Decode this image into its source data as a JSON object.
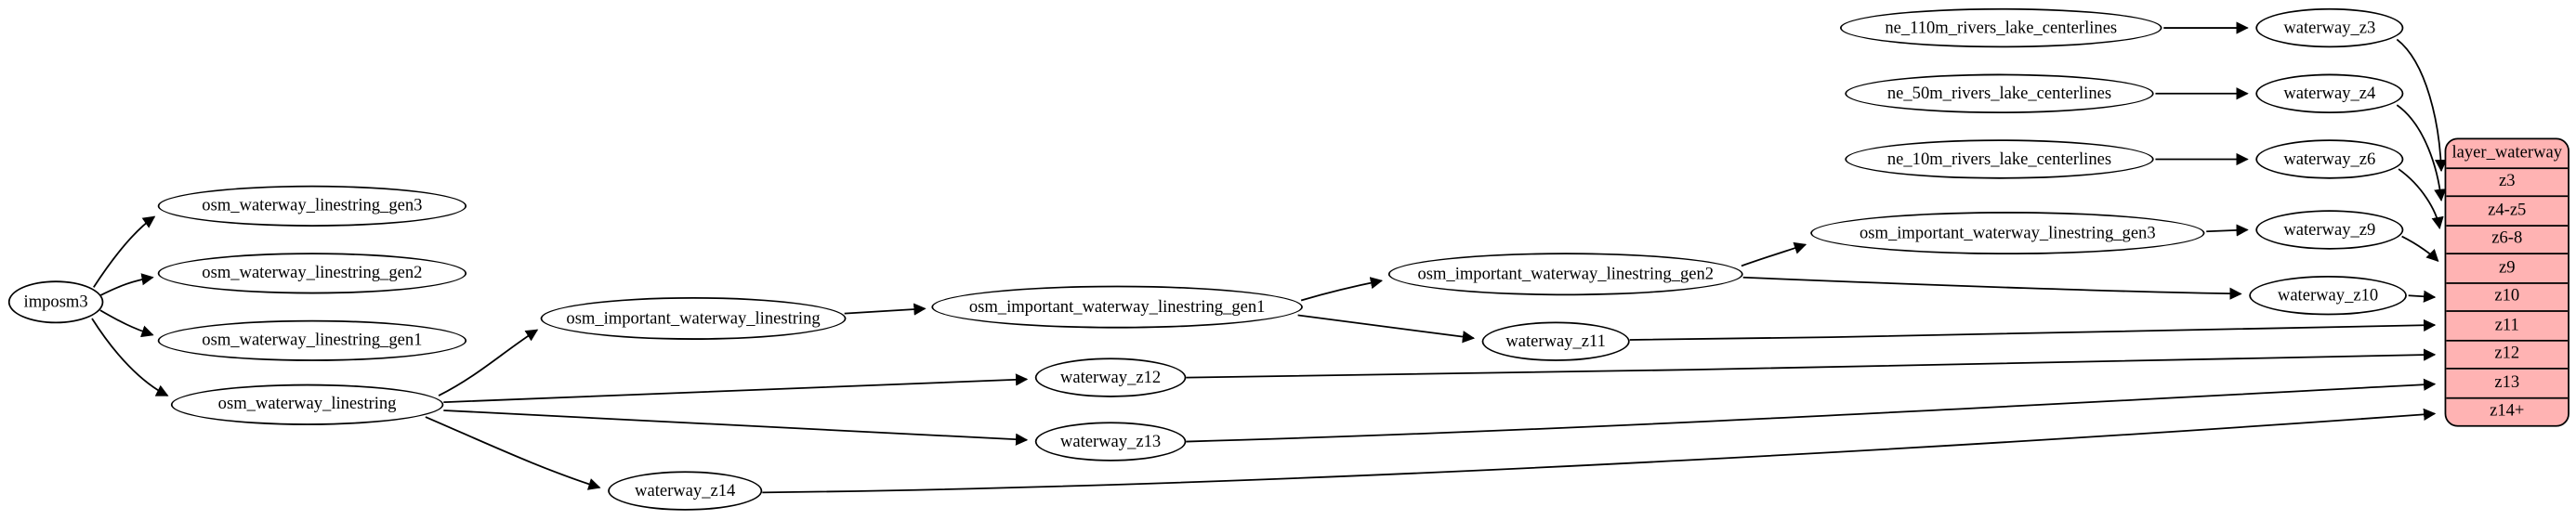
{
  "diagram": {
    "type": "graphviz-flow",
    "nodes": {
      "imposm3": "imposm3",
      "osm_waterway_linestring_gen3": "osm_waterway_linestring_gen3",
      "osm_waterway_linestring_gen2": "osm_waterway_linestring_gen2",
      "osm_waterway_linestring_gen1": "osm_waterway_linestring_gen1",
      "osm_waterway_linestring": "osm_waterway_linestring",
      "osm_important_waterway_linestring": "osm_important_waterway_linestring",
      "osm_important_waterway_linestring_gen1": "osm_important_waterway_linestring_gen1",
      "osm_important_waterway_linestring_gen2": "osm_important_waterway_linestring_gen2",
      "osm_important_waterway_linestring_gen3": "osm_important_waterway_linestring_gen3",
      "ne_110m_rivers_lake_centerlines": "ne_110m_rivers_lake_centerlines",
      "ne_50m_rivers_lake_centerlines": "ne_50m_rivers_lake_centerlines",
      "ne_10m_rivers_lake_centerlines": "ne_10m_rivers_lake_centerlines",
      "waterway_z3": "waterway_z3",
      "waterway_z4": "waterway_z4",
      "waterway_z6": "waterway_z6",
      "waterway_z9": "waterway_z9",
      "waterway_z10": "waterway_z10",
      "waterway_z11": "waterway_z11",
      "waterway_z12": "waterway_z12",
      "waterway_z13": "waterway_z13",
      "waterway_z14": "waterway_z14"
    },
    "table": {
      "header": "layer_waterway",
      "rows": [
        "z3",
        "z4-z5",
        "z6-8",
        "z9",
        "z10",
        "z11",
        "z12",
        "z13",
        "z14+"
      ],
      "fill_color": "#ffb3b3",
      "border_color": "#000000"
    },
    "edges": [
      {
        "from": "imposm3",
        "to": "osm_waterway_linestring_gen3"
      },
      {
        "from": "imposm3",
        "to": "osm_waterway_linestring_gen2"
      },
      {
        "from": "imposm3",
        "to": "osm_waterway_linestring_gen1"
      },
      {
        "from": "imposm3",
        "to": "osm_waterway_linestring"
      },
      {
        "from": "osm_waterway_linestring",
        "to": "osm_important_waterway_linestring"
      },
      {
        "from": "osm_important_waterway_linestring",
        "to": "osm_important_waterway_linestring_gen1"
      },
      {
        "from": "osm_important_waterway_linestring_gen1",
        "to": "osm_important_waterway_linestring_gen2"
      },
      {
        "from": "osm_important_waterway_linestring_gen2",
        "to": "osm_important_waterway_linestring_gen3"
      },
      {
        "from": "ne_110m_rivers_lake_centerlines",
        "to": "waterway_z3"
      },
      {
        "from": "ne_50m_rivers_lake_centerlines",
        "to": "waterway_z4"
      },
      {
        "from": "ne_10m_rivers_lake_centerlines",
        "to": "waterway_z6"
      },
      {
        "from": "osm_important_waterway_linestring_gen3",
        "to": "waterway_z9"
      },
      {
        "from": "osm_important_waterway_linestring_gen2",
        "to": "waterway_z10"
      },
      {
        "from": "osm_important_waterway_linestring_gen1",
        "to": "waterway_z11"
      },
      {
        "from": "osm_waterway_linestring",
        "to": "waterway_z12"
      },
      {
        "from": "osm_waterway_linestring",
        "to": "waterway_z13"
      },
      {
        "from": "osm_waterway_linestring",
        "to": "waterway_z14"
      },
      {
        "from": "waterway_z3",
        "to": "layer_waterway:z3"
      },
      {
        "from": "waterway_z4",
        "to": "layer_waterway:z4-z5"
      },
      {
        "from": "waterway_z6",
        "to": "layer_waterway:z6-8"
      },
      {
        "from": "waterway_z9",
        "to": "layer_waterway:z9"
      },
      {
        "from": "waterway_z10",
        "to": "layer_waterway:z10"
      },
      {
        "from": "waterway_z11",
        "to": "layer_waterway:z11"
      },
      {
        "from": "waterway_z12",
        "to": "layer_waterway:z12"
      },
      {
        "from": "waterway_z13",
        "to": "layer_waterway:z13"
      },
      {
        "from": "waterway_z14",
        "to": "layer_waterway:z14+"
      }
    ]
  }
}
